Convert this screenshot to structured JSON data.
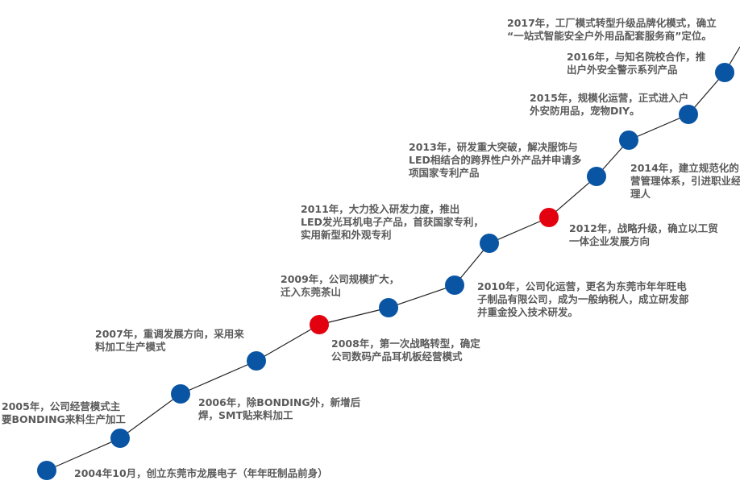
{
  "colors": {
    "normal_node": "#0a55a3",
    "highlight_node": "#e3000f",
    "line": "#222222",
    "text": "#5a5a5a"
  },
  "milestones": [
    {
      "lines": [
        "2004年10月，创立东莞市龙展电子（年年旺制品前身）"
      ],
      "highlight": false
    },
    {
      "lines": [
        "2005年，公司经营模式主",
        "要BONDING来料生产加工"
      ],
      "highlight": false
    },
    {
      "lines": [
        "2006年，除BONDING外，新增后",
        "焊，SMT贴来料加工"
      ],
      "highlight": false
    },
    {
      "lines": [
        "2007年，重调发展方向，采用来",
        "料加工生产模式"
      ],
      "highlight": false
    },
    {
      "lines": [
        "2008年，第一次战略转型，确定",
        "公司数码产品耳机板经营模式"
      ],
      "highlight": true
    },
    {
      "lines": [
        "2009年，公司规模扩大，",
        "迁入东莞茶山"
      ],
      "highlight": false
    },
    {
      "lines": [
        "2010年，公司化运营，更名为东莞市年年旺电",
        "子制品有限公司，成为一般纳税人，成立研发部",
        "并重金投入技术研发。"
      ],
      "highlight": false
    },
    {
      "lines": [
        "2011年，大力投入研发力度，推出",
        "LED发光耳机电子产品，首获国家专利，",
        "实用新型和外观专利"
      ],
      "highlight": false
    },
    {
      "lines": [
        "2012年，战略升级，确立以工贸",
        "一体企业发展方向"
      ],
      "highlight": true
    },
    {
      "lines": [
        "2013年，研发重大突破，解决服饰与",
        "LED相结合的跨界性户外产品并申请多",
        "项国家专利产品"
      ],
      "highlight": false
    },
    {
      "lines": [
        "2014年，建立规范化的",
        "营管理体系，引进职业经",
        "理人"
      ],
      "highlight": false
    },
    {
      "lines": [
        "2015年，规模化运营，正式进入户",
        "外安防用品，宠物DIY。"
      ],
      "highlight": false
    },
    {
      "lines": [
        "2016年，与知名院校合作，推",
        "出户外安全警示系列产品"
      ],
      "highlight": false
    },
    {
      "lines": [
        "2017年，工厂模式转型升级品牌化模式，确立",
        "“一站式智能安全户外用品配套服务商”定位。"
      ],
      "highlight": false
    }
  ]
}
